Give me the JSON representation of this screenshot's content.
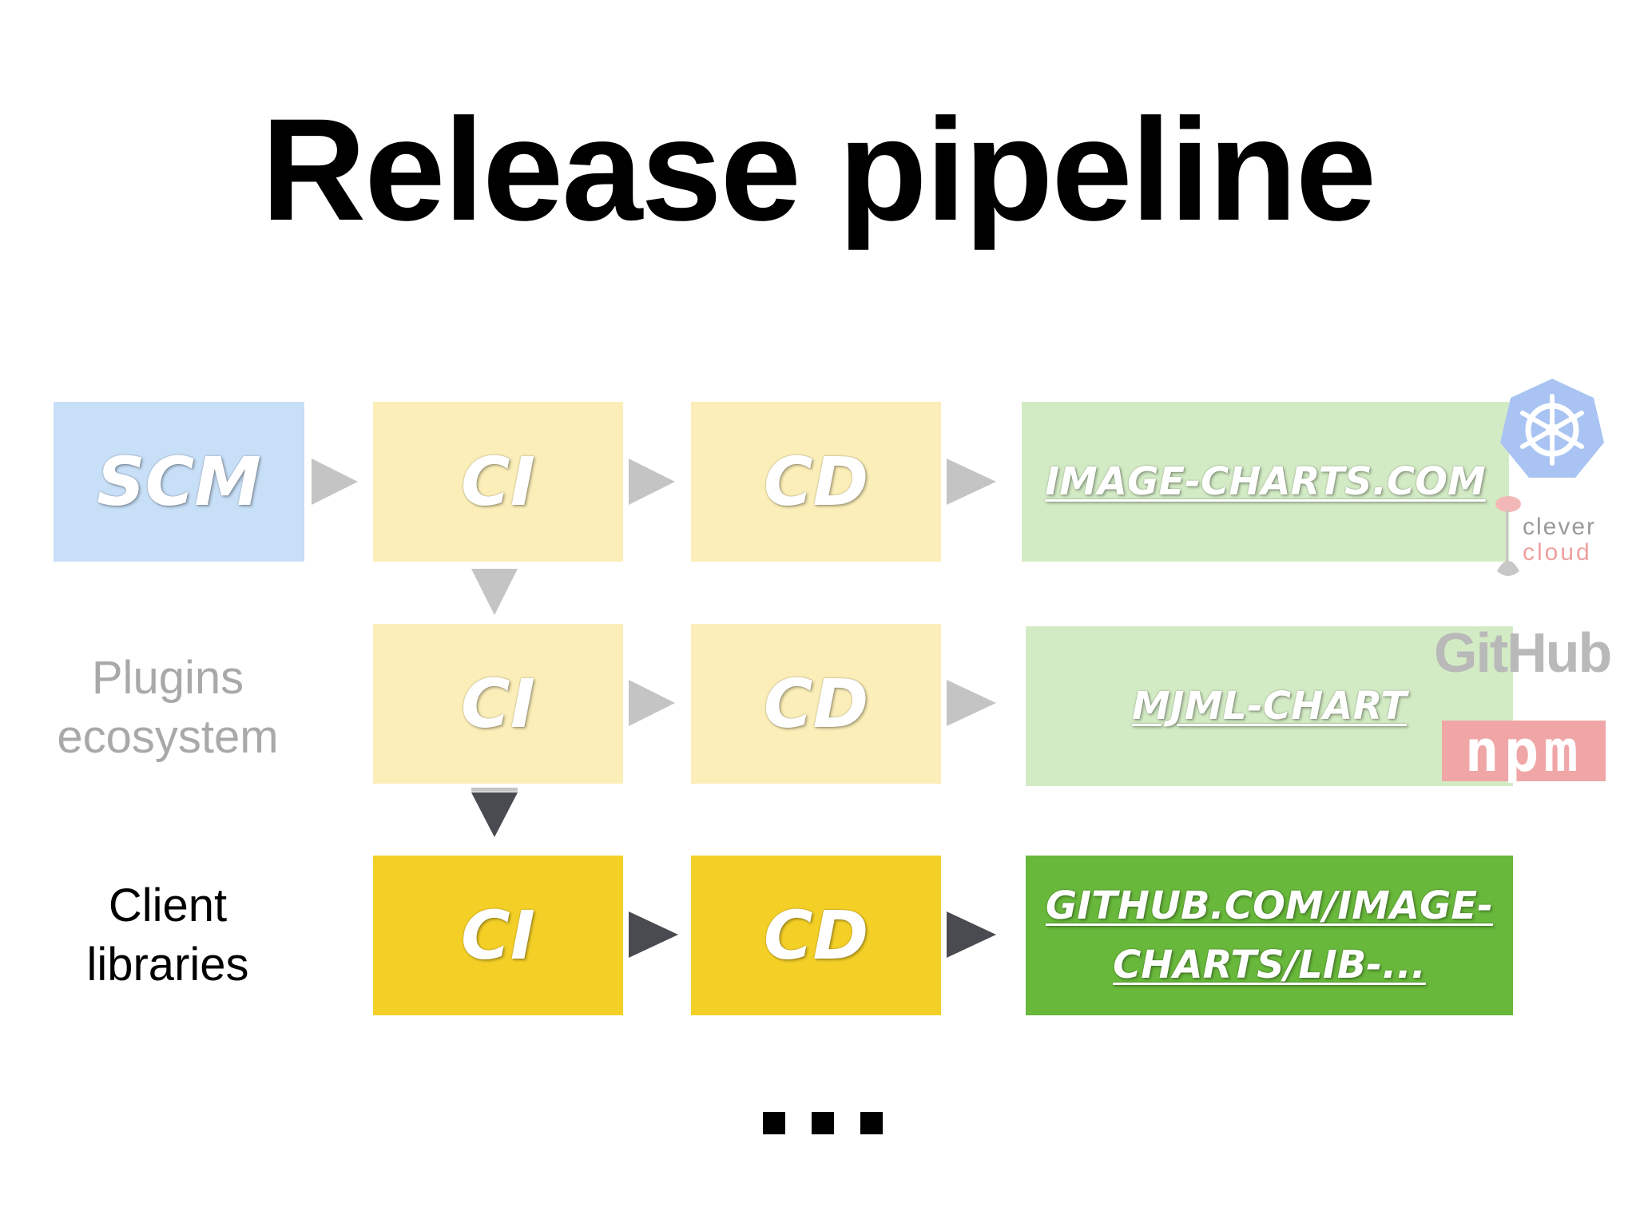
{
  "title": "Release pipeline",
  "rows": [
    {
      "label": "",
      "source": "SCM",
      "ci": "CI",
      "cd": "CD",
      "target": "IMAGE-CHARTS.COM",
      "logos": [
        "kubernetes-logo",
        "clever-cloud-logo"
      ]
    },
    {
      "label_line1": "Plugins",
      "label_line2": "ecosystem",
      "ci": "CI",
      "cd": "CD",
      "target": "MJML-CHART",
      "logos": [
        "github-logo",
        "npm-logo"
      ]
    },
    {
      "label_line1": "Client",
      "label_line2": "libraries",
      "ci": "CI",
      "cd": "CD",
      "target_line1": "GITHUB.COM/IMAGE-",
      "target_line2": "CHARTS/LIB-..."
    }
  ],
  "logos": {
    "clever_line1": "clever",
    "clever_line2": "cloud",
    "github": "GitHub",
    "npm": "npm"
  },
  "colors": {
    "scm": "#c7dff7",
    "ci_cd_faded": "#fbeeb8",
    "ci_cd_active": "#f4d027",
    "target_faded": "#d3ebc4",
    "target_active": "#68b83b",
    "arrow_faded": "#c4c4c4",
    "arrow_active": "#4a4b50"
  }
}
